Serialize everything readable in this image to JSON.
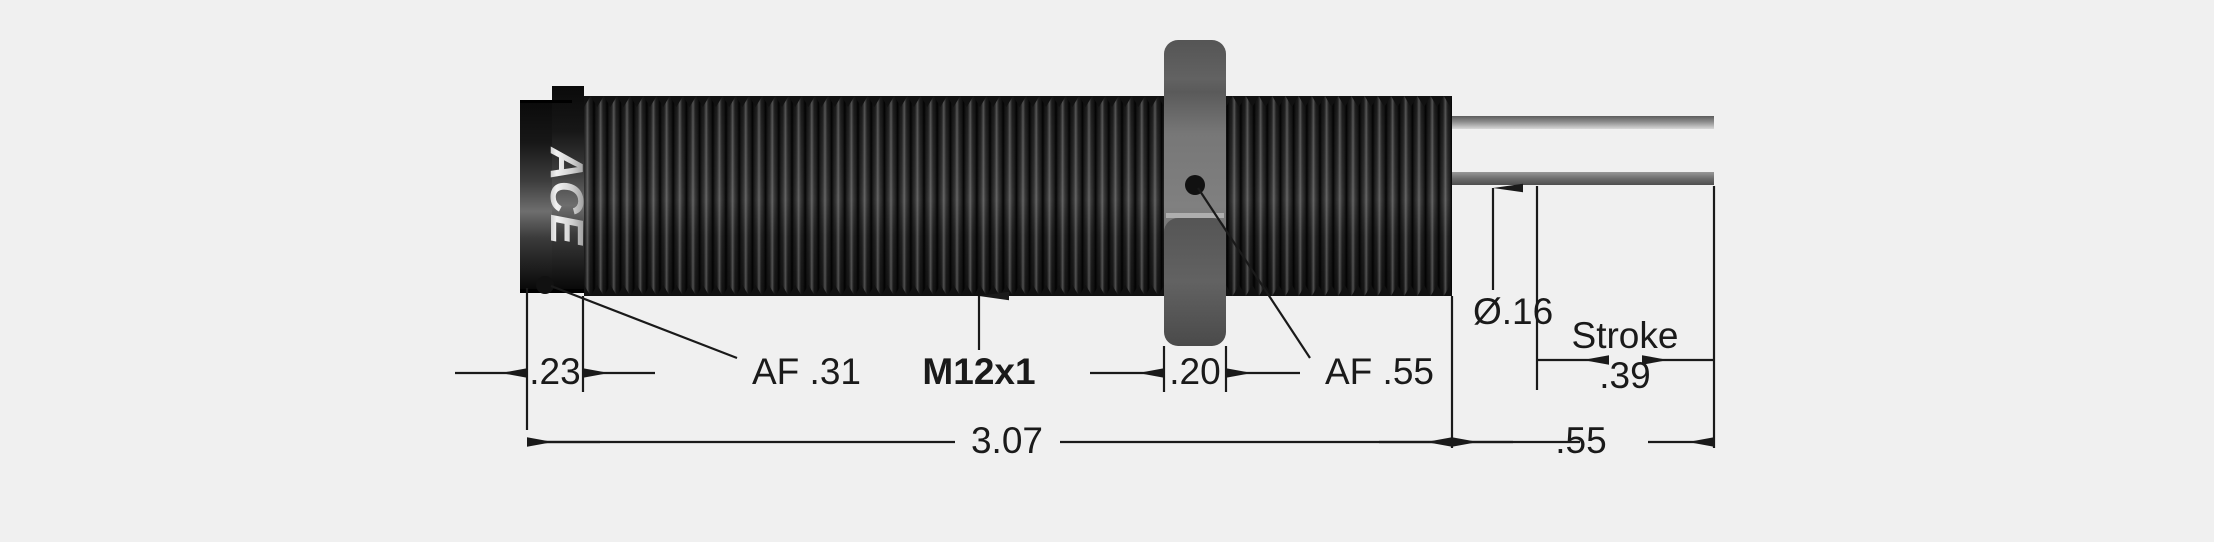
{
  "drawing": {
    "title": "ACE miniature shock absorber MC150M outline dimension drawing",
    "brand_label": "ACE",
    "background_color": "#f0f0f0",
    "line_color": "#1a1a1a",
    "body_color": "#1a1a1a",
    "nut_color": "#6b6b6b",
    "rod_color": "#808080",
    "units": "inch"
  },
  "callouts": [
    {
      "id": "cap-length",
      "name": "cap-length-dimension",
      "label": ".23",
      "kind": "linear-dimension",
      "arrows": "outward"
    },
    {
      "id": "af31",
      "name": "across-flats-cap",
      "label": "AF .31",
      "kind": "leader-note"
    },
    {
      "id": "thread",
      "name": "thread-spec",
      "label": "M12x1",
      "kind": "leader-note",
      "bold": true
    },
    {
      "id": "nut-width",
      "name": "nut-width-dimension",
      "label": ".20",
      "kind": "linear-dimension",
      "arrows": "outward"
    },
    {
      "id": "af55",
      "name": "across-flats-nut",
      "label": "AF .55",
      "kind": "leader-note"
    },
    {
      "id": "rod-dia",
      "name": "rod-diameter",
      "label": "Ø.16",
      "kind": "leader-note"
    },
    {
      "id": "stroke",
      "name": "stroke-dimension",
      "label": "Stroke",
      "value": ".39",
      "kind": "linear-dimension",
      "arrows": "inward"
    },
    {
      "id": "overall",
      "name": "overall-length-dimension",
      "label": "3.07",
      "kind": "linear-dimension",
      "arrows": "outward"
    },
    {
      "id": "rod-ext",
      "name": "rod-extension-dimension",
      "label": ".55",
      "kind": "linear-dimension",
      "arrows": "outward"
    }
  ],
  "dimensions": {
    "cap_length": ".23",
    "cap_across_flats": "AF .31",
    "thread_spec": "M12x1",
    "nut_width": ".20",
    "nut_across_flats": "AF .55",
    "rod_diameter": "Ø.16",
    "stroke_label": "Stroke",
    "stroke_value": ".39",
    "overall_length": "3.07",
    "rod_extension": ".55"
  }
}
